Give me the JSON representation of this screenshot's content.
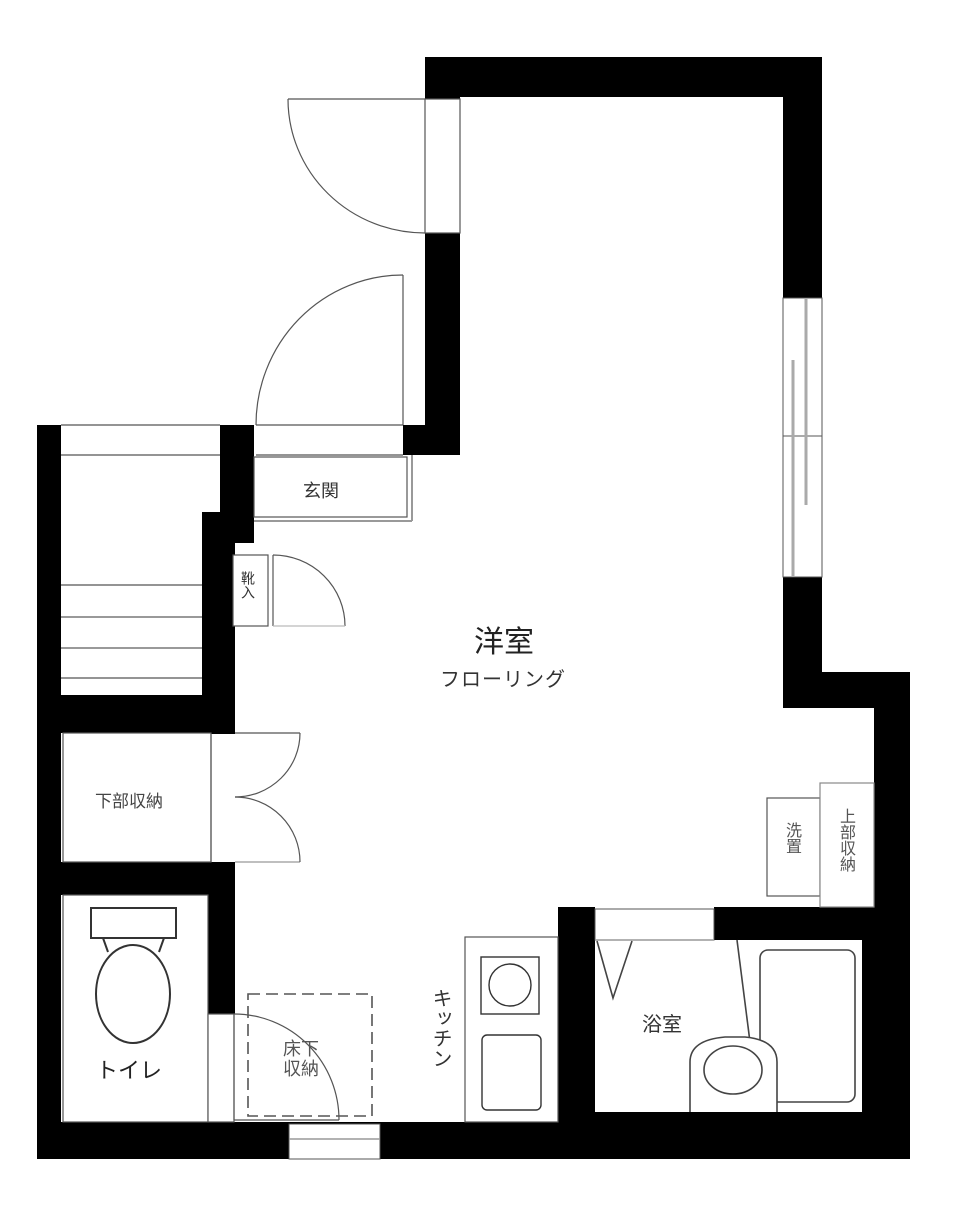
{
  "diagram": {
    "type": "floor-plan",
    "colors": {
      "wall": "#000000",
      "line": "#555555",
      "fixture_line": "#333333",
      "window": "#aaaaaa",
      "background": "#ffffff",
      "text": "#333333"
    }
  },
  "rooms": {
    "western_room": {
      "name": "洋室",
      "floor": "フローリング"
    },
    "entrance": {
      "name": "玄関"
    },
    "shoe_storage": {
      "name": "靴入"
    },
    "lower_storage": {
      "name": "下部収納"
    },
    "toilet": {
      "name": "トイレ"
    },
    "underfloor_storage": {
      "line1": "床下",
      "line2": "収納"
    },
    "kitchen": {
      "name": "キッチン"
    },
    "bathroom": {
      "name": "浴室"
    },
    "washer": {
      "name": "洗置"
    },
    "upper_storage": {
      "name": "上部収納"
    }
  }
}
